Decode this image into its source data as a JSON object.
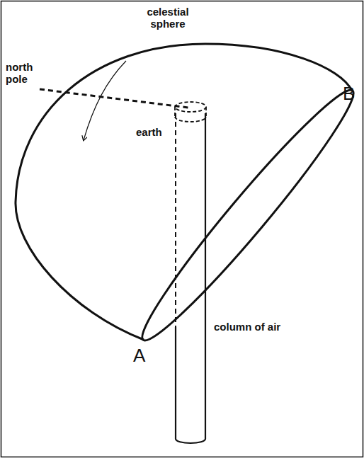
{
  "diagram": {
    "labels": [
      "celestial sphere",
      "north pole",
      "earth",
      "column of air",
      "A",
      "B"
    ]
  }
}
